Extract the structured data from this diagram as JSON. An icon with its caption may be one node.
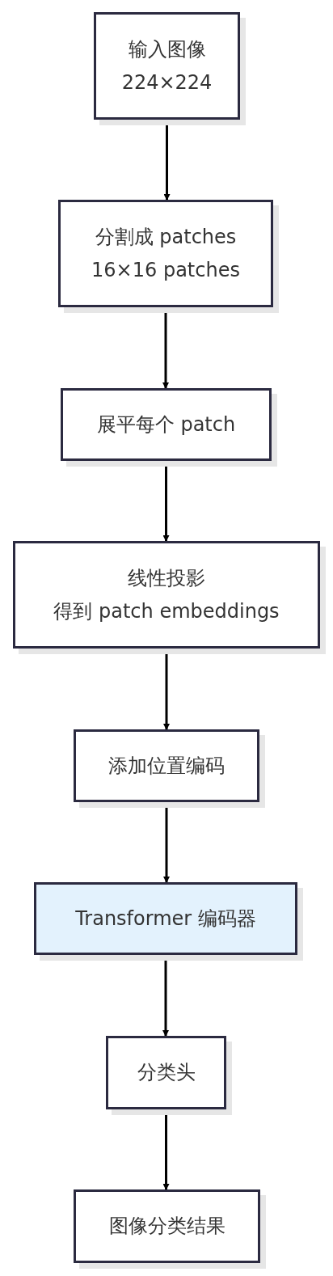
{
  "diagram": {
    "nodes": [
      {
        "text": [
          "输入图像",
          "224×224"
        ]
      },
      {
        "text": [
          "分割成 patches",
          "16×16 patches"
        ]
      },
      {
        "text": [
          "展平每个 patch"
        ]
      },
      {
        "text": [
          "线性投影",
          "得到 patch embeddings"
        ]
      },
      {
        "text": [
          "添加位置编码"
        ]
      },
      {
        "text": [
          "Transformer 编码器"
        ]
      },
      {
        "text": [
          "分类头"
        ]
      },
      {
        "text": [
          "图像分类结果"
        ]
      }
    ],
    "edges": [
      {
        "from": 0,
        "to": 1,
        "arrow": "to"
      },
      {
        "from": 1,
        "to": 2,
        "arrow": "to"
      },
      {
        "from": 2,
        "to": 3,
        "arrow": "to"
      },
      {
        "from": 3,
        "to": 4,
        "arrow": "to"
      },
      {
        "from": 4,
        "to": 5,
        "arrow": "to"
      },
      {
        "from": 5,
        "to": 6,
        "arrow": "to"
      },
      {
        "from": 6,
        "to": 7,
        "arrow": "to"
      }
    ]
  }
}
